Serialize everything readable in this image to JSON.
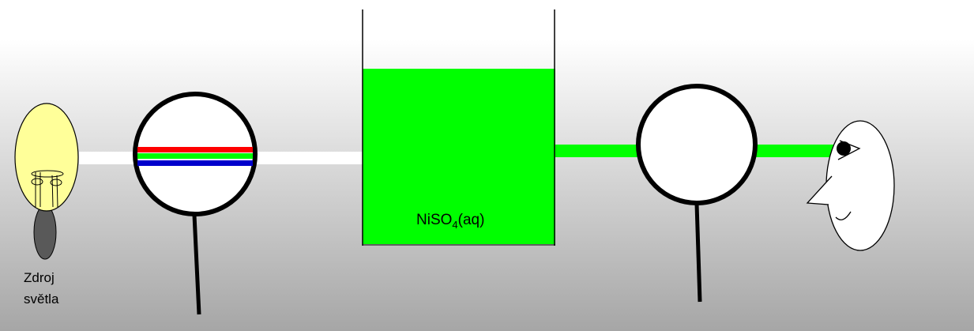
{
  "labels": {
    "light_source_line1": "Zdroj",
    "light_source_line2": "světla",
    "solution_main": "NiSO",
    "solution_subscript": "4",
    "solution_suffix": "(aq)"
  },
  "colors": {
    "background_top": "#ffffff",
    "background_bottom": "#a6a6a6",
    "bulb_glass": "#ffff99",
    "bulb_base": "#595959",
    "white_beam": "#ffffff",
    "red_beam": "#ff0000",
    "green_beam": "#00ff00",
    "blue_beam": "#0000cc",
    "solution": "#00ff00",
    "outline": "#000000"
  },
  "icons": {
    "light_bulb": "light-bulb-icon",
    "magnifier_left": "magnifying-glass-icon",
    "magnifier_right": "magnifying-glass-icon",
    "beaker": "beaker-icon",
    "eye_face": "face-icon"
  }
}
